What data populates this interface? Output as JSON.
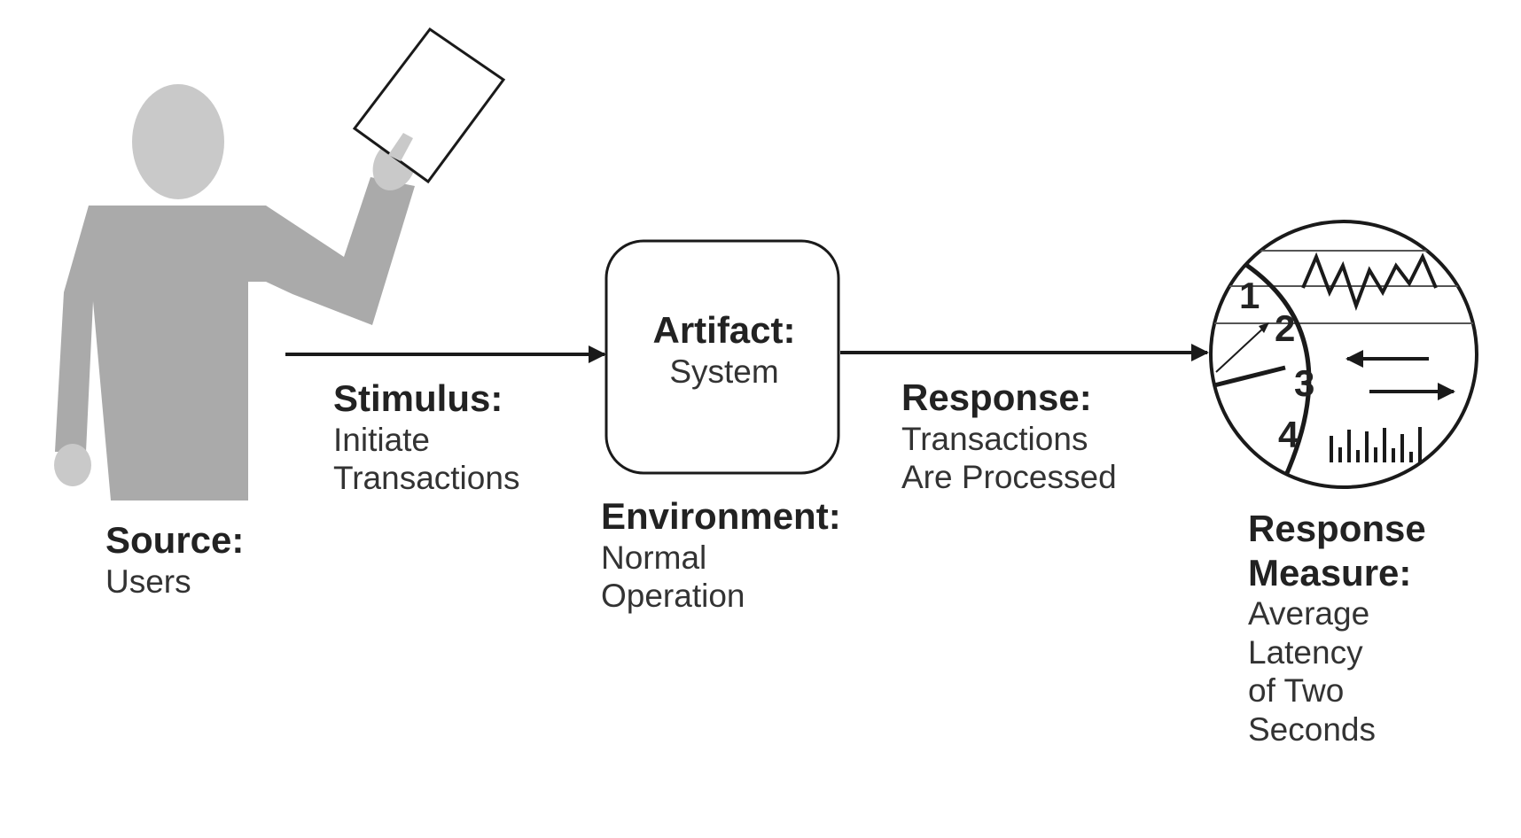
{
  "source": {
    "heading": "Source:",
    "value": "Users"
  },
  "stimulus": {
    "heading": "Stimulus:",
    "lines": [
      "Initiate",
      "Transactions"
    ]
  },
  "artifact": {
    "heading": "Artifact:",
    "value": "System"
  },
  "environment": {
    "heading": "Environment:",
    "lines": [
      "Normal",
      "Operation"
    ]
  },
  "response": {
    "heading": "Response:",
    "lines": [
      "Transactions",
      "Are Processed"
    ]
  },
  "response_measure": {
    "heading_lines": [
      "Response",
      "Measure:"
    ],
    "lines": [
      "Average",
      "Latency",
      "of Two",
      "Seconds"
    ]
  },
  "gauge": {
    "numbers": [
      "1",
      "2",
      "3",
      "4"
    ]
  },
  "colors": {
    "figure": "#aaaaaa",
    "head": "#c9c9c9",
    "line": "#1a1a1a"
  }
}
